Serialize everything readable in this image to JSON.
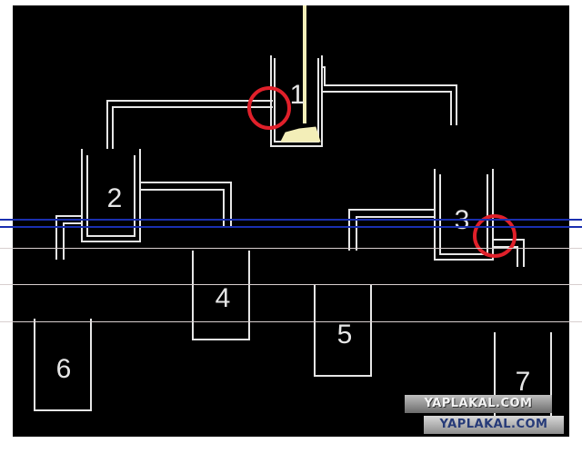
{
  "vessels": [
    {
      "id": "1",
      "label": "1"
    },
    {
      "id": "2",
      "label": "2"
    },
    {
      "id": "3",
      "label": "3"
    },
    {
      "id": "4",
      "label": "4"
    },
    {
      "id": "5",
      "label": "5"
    },
    {
      "id": "6",
      "label": "6"
    },
    {
      "id": "7",
      "label": "7"
    }
  ],
  "watermark": {
    "primary": "YAPLAKAL.COM",
    "secondary": "YAPLAKAL.COM"
  },
  "colors": {
    "background": "#000000",
    "outline": "#e6e6e6",
    "liquid": "#f3eeb8",
    "highlight": "#e0202a",
    "guide_line": "#1a2fb0"
  }
}
